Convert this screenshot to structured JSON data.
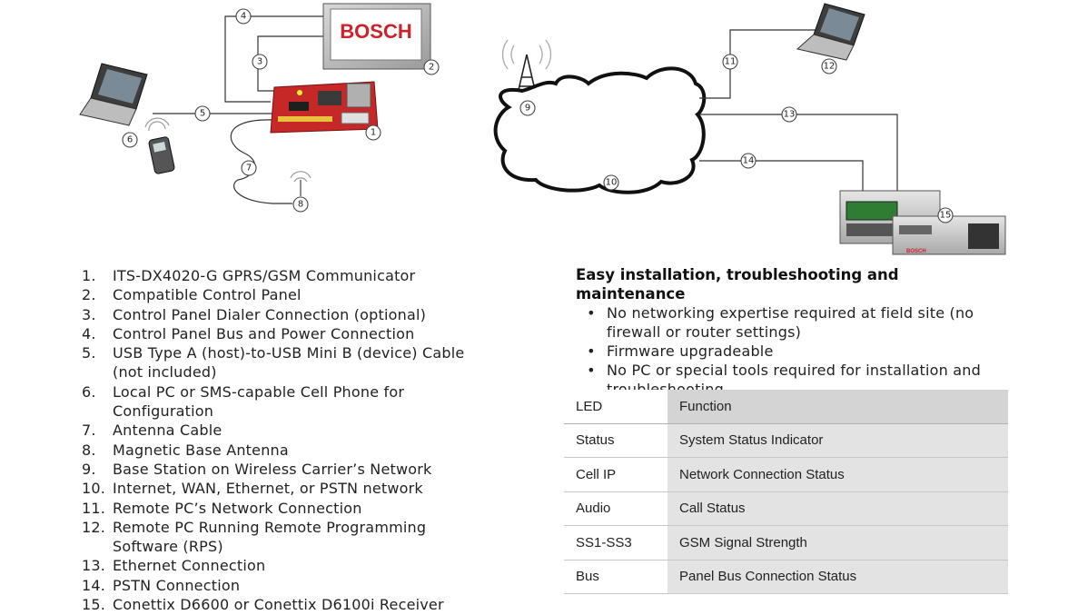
{
  "diagram": {
    "brand_logo_text": "BOSCH",
    "receiver_brand_text": "BOSCH",
    "callouts": [
      "1",
      "2",
      "3",
      "4",
      "5",
      "6",
      "7",
      "8",
      "9",
      "10",
      "11",
      "12",
      "13",
      "14",
      "15"
    ]
  },
  "legend": {
    "items": [
      {
        "num": "1.",
        "text": "ITS-DX4020-G GPRS/GSM Communicator"
      },
      {
        "num": "2.",
        "text": "Compatible Control Panel"
      },
      {
        "num": "3.",
        "text": "Control Panel Dialer Connection (optional)"
      },
      {
        "num": "4.",
        "text": "Control Panel Bus and Power Connection"
      },
      {
        "num": "5.",
        "text": "USB Type A (host)-to-USB Mini B (device) Cable (not included)"
      },
      {
        "num": "6.",
        "text": "Local PC or SMS-capable Cell Phone for Configuration"
      },
      {
        "num": "7.",
        "text": "Antenna Cable"
      },
      {
        "num": "8.",
        "text": "Magnetic Base Antenna"
      },
      {
        "num": "9.",
        "text": "Base Station on Wireless Carrier’s Network"
      },
      {
        "num": "10.",
        "text": "Internet, WAN, Ethernet, or PSTN network"
      },
      {
        "num": "11.",
        "text": "Remote PC’s Network Connection"
      },
      {
        "num": "12.",
        "text": "Remote PC Running Remote Programming Software (RPS)"
      },
      {
        "num": "13.",
        "text": "Ethernet Connection"
      },
      {
        "num": "14.",
        "text": "PSTN Connection"
      },
      {
        "num": "15.",
        "text": "Conettix D6600 or Conettix D6100i Receiver"
      }
    ]
  },
  "features": {
    "heading": "Easy installation, troubleshooting and maintenance",
    "bullet_glyph": "•",
    "items": [
      "No networking expertise required at field site (no firewall or router settings)",
      "Firmware upgradeable",
      "No PC or special tools required for installation and troubleshooting"
    ]
  },
  "led_table": {
    "headers": [
      "LED",
      "Function"
    ],
    "rows": [
      [
        "Status",
        "System Status Indicator"
      ],
      [
        "Cell IP",
        "Network Connection Status"
      ],
      [
        "Audio",
        "Call Status"
      ],
      [
        "SS1-SS3",
        "GSM Signal Strength"
      ],
      [
        "Bus",
        "Panel Bus Connection Status"
      ]
    ]
  }
}
